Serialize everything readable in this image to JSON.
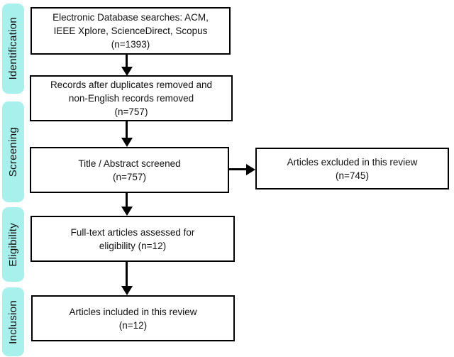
{
  "colors": {
    "stage_fill": "#a7f0eb",
    "box_border": "#000000",
    "arrow": "#000000",
    "text": "#111111"
  },
  "stages": [
    {
      "label": "Identification"
    },
    {
      "label": "Screening"
    },
    {
      "label": "Eligibility"
    },
    {
      "label": "Inclusion"
    }
  ],
  "nodes": {
    "search": {
      "lines": [
        "Electronic Database searches: ACM,",
        "IEEE Xplore, ScienceDirect, Scopus",
        "(n=1393)"
      ]
    },
    "dedup": {
      "lines": [
        "Records after duplicates removed and",
        "non-English records removed",
        "(n=757)"
      ]
    },
    "screened": {
      "lines": [
        "Title / Abstract screened",
        "(n=757)"
      ]
    },
    "excluded": {
      "lines": [
        "Articles excluded in this review",
        "(n=745)"
      ]
    },
    "fulltext": {
      "lines": [
        "Full-text articles assessed for",
        "eligibility (n=12)"
      ]
    },
    "included": {
      "lines": [
        "Articles included in this review",
        "(n=12)"
      ]
    }
  }
}
